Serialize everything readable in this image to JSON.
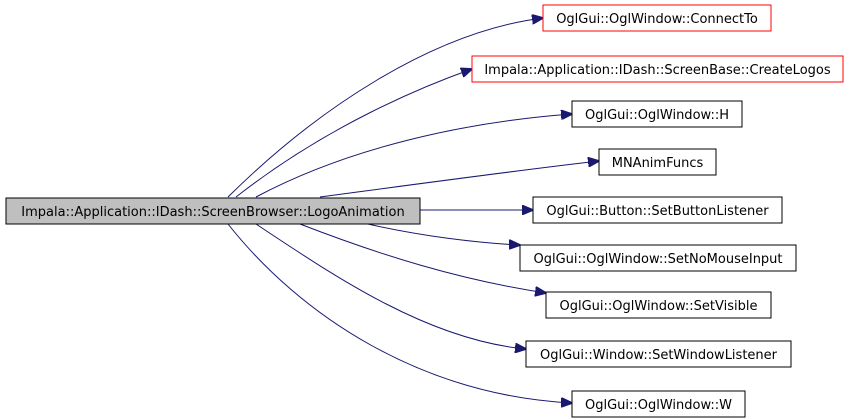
{
  "colors": {
    "edge": "#191970",
    "source_fill": "#bfbfbf",
    "source_border": "#000000",
    "node_border": "#000000",
    "external_border": "#ff0000",
    "node_fill": "#ffffff",
    "text": "#000000"
  },
  "source": {
    "label": "Impala::Application::IDash::ScreenBrowser::LogoAnimation"
  },
  "targets": [
    {
      "id": "connectto",
      "label": "OglGui::OglWindow::ConnectTo",
      "external": true
    },
    {
      "id": "createlogos",
      "label": "Impala::Application::IDash::ScreenBase::CreateLogos",
      "external": true
    },
    {
      "id": "h",
      "label": "OglGui::OglWindow::H",
      "external": false
    },
    {
      "id": "mnanimfuncs",
      "label": "MNAnimFuncs",
      "external": false
    },
    {
      "id": "setbuttonlistener",
      "label": "OglGui::Button::SetButtonListener",
      "external": false
    },
    {
      "id": "setnomouseinput",
      "label": "OglGui::OglWindow::SetNoMouseInput",
      "external": false
    },
    {
      "id": "setvisible",
      "label": "OglGui::OglWindow::SetVisible",
      "external": false
    },
    {
      "id": "setwindowlistener",
      "label": "OglGui::Window::SetWindowListener",
      "external": false
    },
    {
      "id": "w",
      "label": "OglGui::OglWindow::W",
      "external": false
    }
  ]
}
